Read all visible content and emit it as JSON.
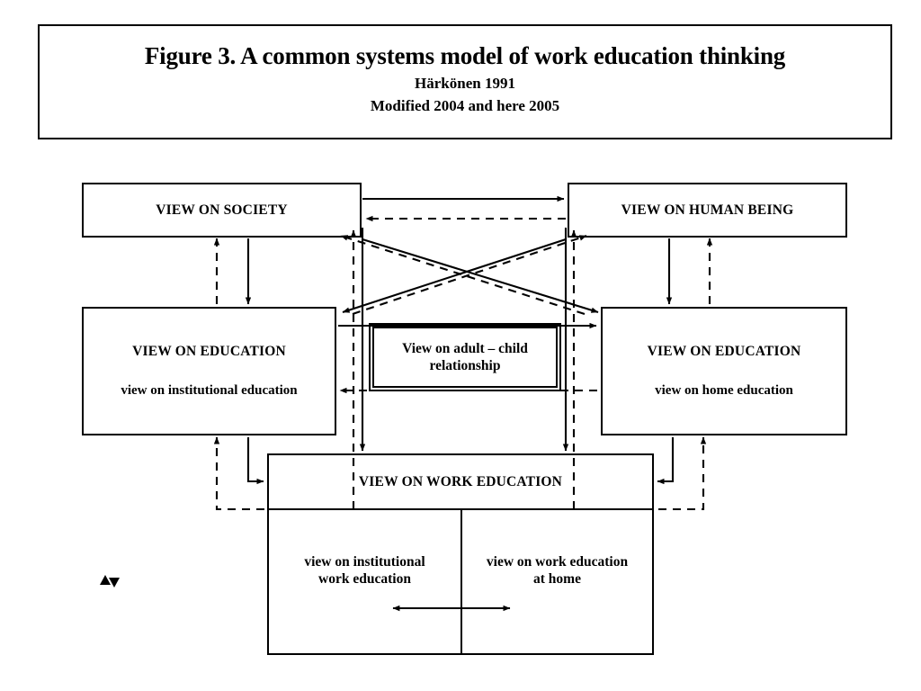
{
  "title_block": {
    "figure_title": "Figure 3. A common systems model of work education thinking",
    "attribution": "Härkönen 1991",
    "modified": "Modified 2004 and here 2005"
  },
  "diagram": {
    "nodes": {
      "society": {
        "title": "VIEW ON SOCIETY"
      },
      "human_being": {
        "title": "VIEW ON HUMAN BEING"
      },
      "education_institutional": {
        "title": "VIEW ON EDUCATION",
        "subtitle": "view on institutional education"
      },
      "education_home": {
        "title": "VIEW ON EDUCATION",
        "subtitle": "view on home education"
      },
      "adult_child": {
        "text_line1": "View on adult – child",
        "text_line2": "relationship"
      },
      "work_education": {
        "title": "VIEW ON WORK EDUCATION",
        "cell_left_line1": "view on institutional",
        "cell_left_line2": "work education",
        "cell_right_line1": "view on work education",
        "cell_right_line2": "at home"
      }
    },
    "marker": {
      "name": "small-arrow-pair-marker"
    },
    "colors": {
      "line": "#000000",
      "background": "#ffffff"
    },
    "edge_styles": {
      "solid": "solid",
      "dashed": "dashed"
    }
  }
}
